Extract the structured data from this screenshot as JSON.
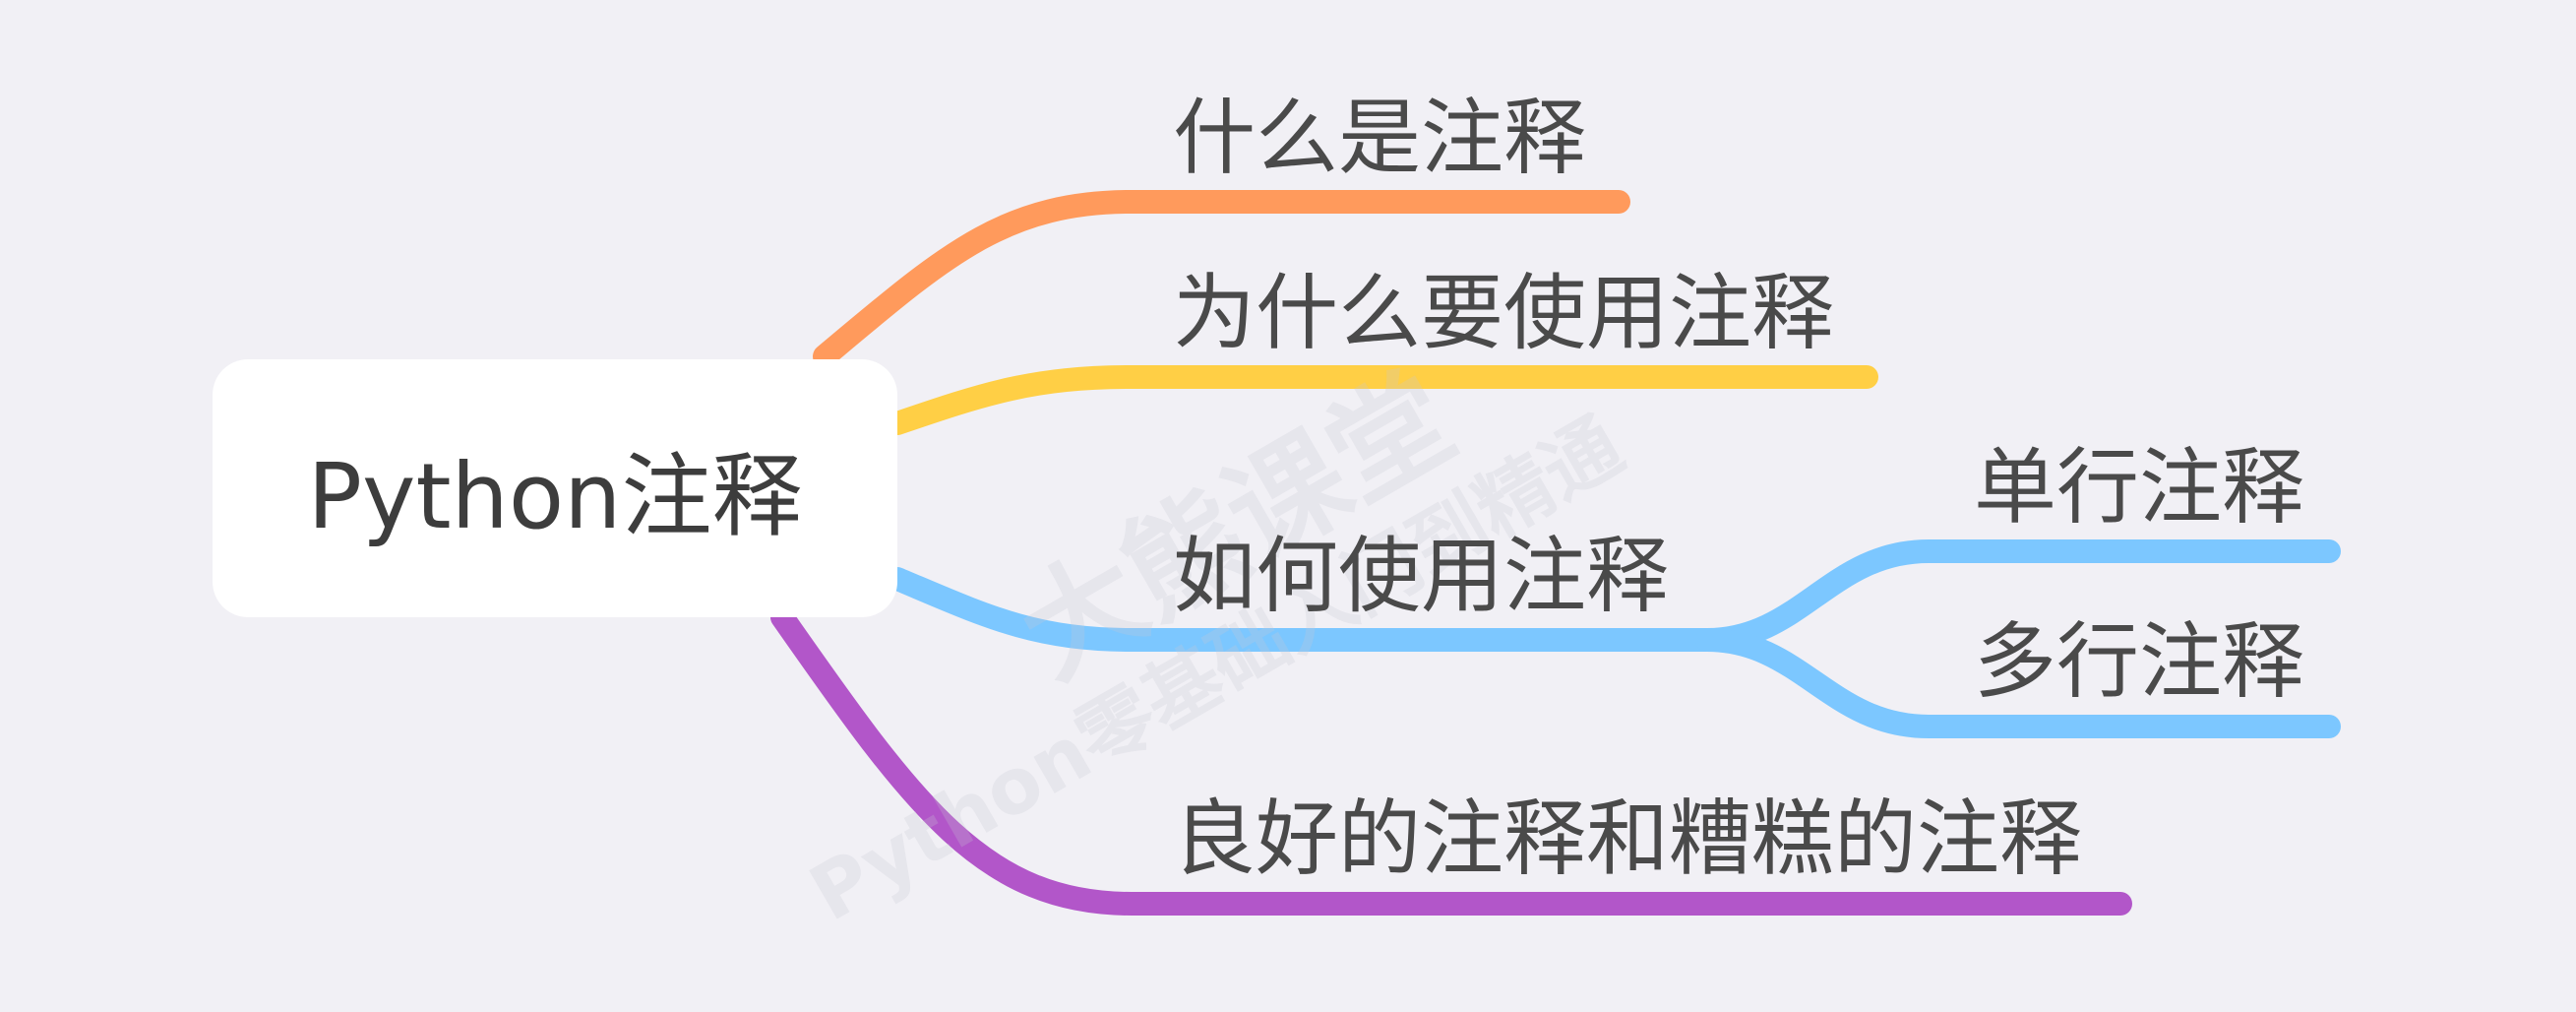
{
  "root": {
    "label": "Python注释"
  },
  "branches": [
    {
      "label": "什么是注释",
      "color": "#ff9a5c"
    },
    {
      "label": "为什么要使用注释",
      "color": "#ffcf45"
    },
    {
      "label": "如何使用注释",
      "color": "#7cc7ff",
      "children": [
        {
          "label": "单行注释",
          "color": "#7cc7ff"
        },
        {
          "label": "多行注释",
          "color": "#7cc7ff"
        }
      ]
    },
    {
      "label": "良好的注释和糟糕的注释",
      "color": "#b256c9"
    }
  ],
  "watermark": {
    "line1": "大熊课堂",
    "line2": "Python零基础入门到精通"
  }
}
